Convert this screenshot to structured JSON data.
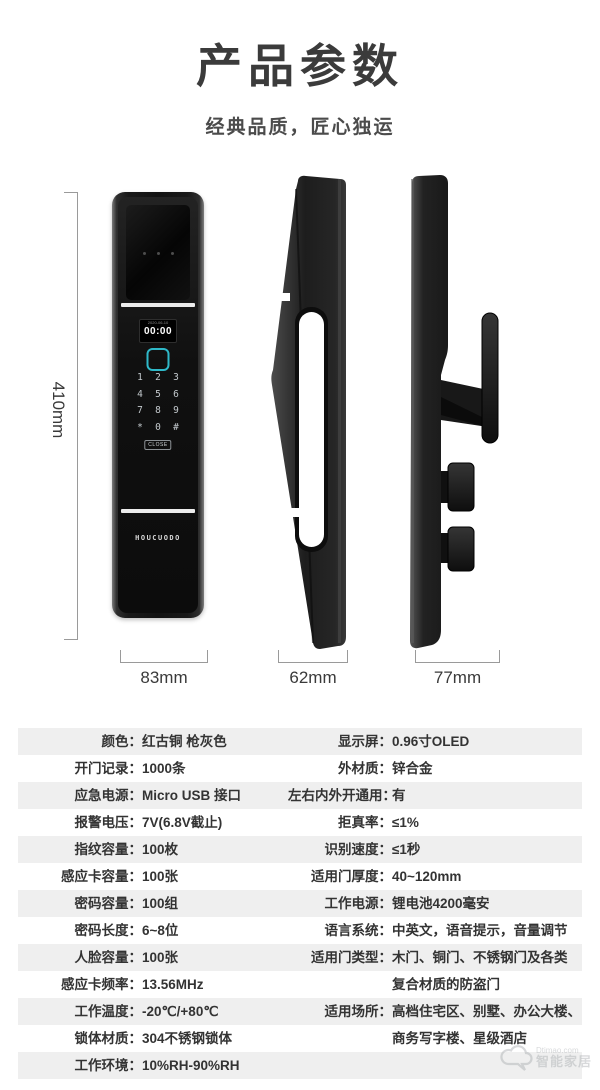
{
  "header": {
    "title": "产品参数",
    "subtitle": "经典品质，匠心独运"
  },
  "device": {
    "brand_text": "HOUCUODO",
    "screen_date": "2020-06-10",
    "screen_time": "00:00",
    "keypad_keys": [
      "1",
      "2",
      "3",
      "4",
      "5",
      "6",
      "7",
      "8",
      "9",
      "*",
      "0",
      "#"
    ],
    "close_label": "CLOSE"
  },
  "dimensions": {
    "height_label": "410mm",
    "front_width_label": "83mm",
    "side_depth_label": "62mm",
    "back_width_label": "77mm"
  },
  "spec_table": {
    "rows": [
      {
        "left_label": "颜色：",
        "left_value": "红古铜 枪灰色",
        "right_label": "显示屏：",
        "right_value": "0.96寸OLED"
      },
      {
        "left_label": "开门记录：",
        "left_value": "1000条",
        "right_label": "外材质：",
        "right_value": "锌合金"
      },
      {
        "left_label": "应急电源：",
        "left_value": "Micro USB 接口",
        "right_label": "左右内外开通用：",
        "right_value": "有"
      },
      {
        "left_label": "报警电压：",
        "left_value": "7V(6.8V截止)",
        "right_label": "拒真率：",
        "right_value": "≤1%"
      },
      {
        "left_label": "指纹容量：",
        "left_value": "100枚",
        "right_label": "识别速度：",
        "right_value": "≤1秒"
      },
      {
        "left_label": "感应卡容量：",
        "left_value": "100张",
        "right_label": "适用门厚度：",
        "right_value": "40~120mm"
      },
      {
        "left_label": "密码容量：",
        "left_value": "100组",
        "right_label": "工作电源：",
        "right_value": "锂电池4200毫安"
      },
      {
        "left_label": "密码长度：",
        "left_value": "6~8位",
        "right_label": "语言系统：",
        "right_value": "中英文，语音提示，音量调节"
      },
      {
        "left_label": "人脸容量：",
        "left_value": "100张",
        "right_label": "适用门类型：",
        "right_value": "木门、铜门、不锈钢门及各类"
      },
      {
        "left_label": "感应卡频率：",
        "left_value": "13.56MHz",
        "right_label": "",
        "right_value": "复合材质的防盗门"
      },
      {
        "left_label": "工作温度：",
        "left_value": "-20℃/+80℃",
        "right_label": "适用场所：",
        "right_value": "高档住宅区、别墅、办公大楼、"
      },
      {
        "left_label": "锁体材质：",
        "left_value": "304不锈钢锁体",
        "right_label": "",
        "right_value": "商务写字楼、星级酒店"
      },
      {
        "left_label": "工作环境：",
        "left_value": "10%RH-90%RH",
        "right_label": "",
        "right_value": ""
      }
    ]
  },
  "watermark": {
    "line1": "Dtimao.com",
    "line2": "智能家居"
  },
  "colors": {
    "stripe_gray": "#efefef",
    "accent_teal": "#2fb9c9",
    "title_text": "#3b3b3b",
    "table_text": "#333333",
    "dimension_line": "#9a9a9a"
  }
}
